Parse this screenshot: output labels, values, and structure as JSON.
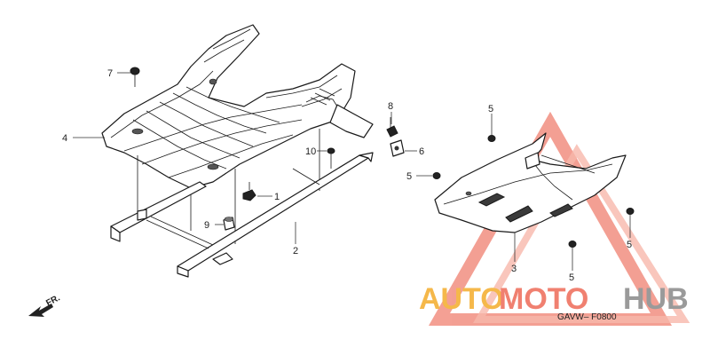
{
  "callouts": [
    {
      "label": "1"
    },
    {
      "label": "2"
    },
    {
      "label": "3"
    },
    {
      "label": "4"
    },
    {
      "label": "5"
    },
    {
      "label": "5"
    },
    {
      "label": "5"
    },
    {
      "label": "5"
    },
    {
      "label": "6"
    },
    {
      "label": "7"
    },
    {
      "label": "8"
    },
    {
      "label": "9"
    },
    {
      "label": "10"
    }
  ],
  "direction_label": "FR.",
  "diagram_code": "GAVW– F0800",
  "watermark": {
    "part1": "AUTO",
    "part2": "MOTO",
    "part3": "HUB",
    "color_orange": "#f5b84a",
    "color_red": "#f08070",
    "color_gray": "#9a9a9a"
  }
}
